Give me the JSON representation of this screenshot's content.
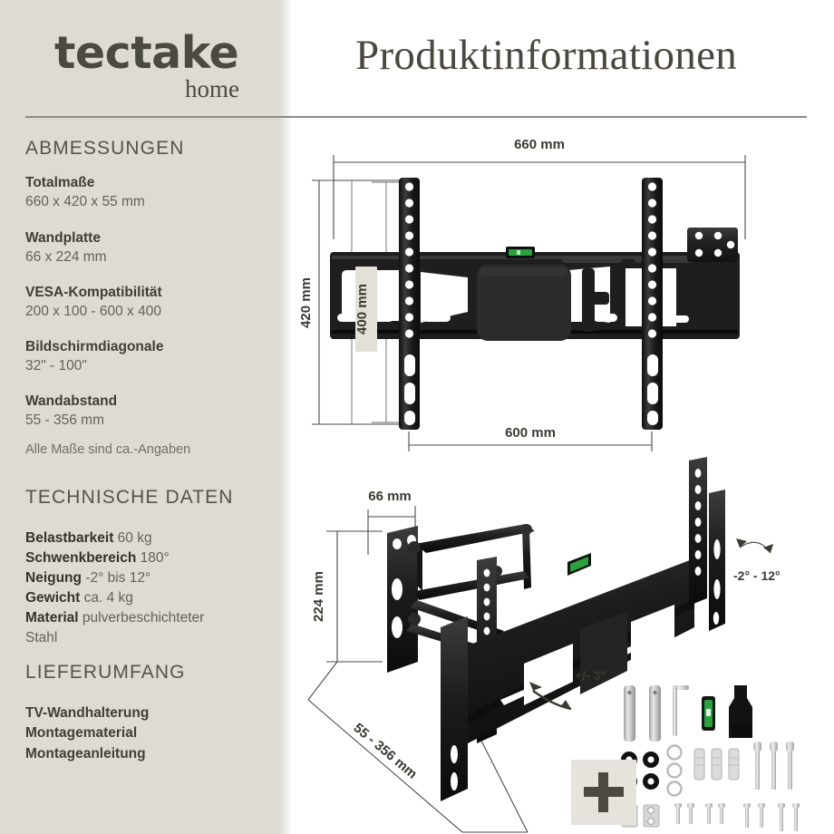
{
  "brand": {
    "name": "tectake",
    "sub": "home"
  },
  "header": {
    "title": "Produktinformationen"
  },
  "sidebar": {
    "sections": [
      {
        "heading": "ABMESSUNGEN",
        "entries": [
          {
            "term": "Totalmaße",
            "value": "660 x 420 x 55 mm"
          },
          {
            "term": "Wandplatte",
            "value": "66 x 224 mm"
          },
          {
            "term": "VESA-Kompatibilität",
            "value": "200 x 100 - 600 x 400"
          },
          {
            "term": "Bildschirmdiagonale",
            "value": "32\" - 100\""
          },
          {
            "term": "Wandabstand",
            "value": "55 - 356 mm"
          }
        ],
        "note": "Alle Maße sind ca.-Angaben"
      },
      {
        "heading": "TECHNISCHE DATEN",
        "specs": [
          {
            "key": "Belastbarkeit",
            "value": "60 kg"
          },
          {
            "key": "Schwenkbereich",
            "value": "180°"
          },
          {
            "key": "Neigung",
            "value": "-2° bis 12°"
          },
          {
            "key": "Gewicht",
            "value": "ca. 4 kg"
          },
          {
            "key": "Material",
            "value": "pulverbeschichteter"
          }
        ],
        "spec_wrap": "Stahl"
      },
      {
        "heading": "LIEFERUMFANG",
        "items": [
          "TV-Wandhalterung",
          "Montagematerial",
          "Montageanleitung"
        ]
      }
    ]
  },
  "diagram_top": {
    "name": "tv-mount-front-view",
    "dimensions": {
      "width_overall": "660 mm",
      "height_overall": "420 mm",
      "vesa_height": "400 mm",
      "width_inner": "600 mm"
    }
  },
  "diagram_bottom": {
    "name": "tv-mount-perspective-view",
    "dimensions": {
      "wallplate_width": "66 mm",
      "wallplate_height": "224 mm",
      "wall_distance": "55 - 356 mm"
    },
    "angles": {
      "tilt": "-2° - 12°",
      "level": "+/- 3°"
    }
  },
  "accessories": {
    "name": "mounting-hardware-set",
    "cross_tile": "plus-symbol"
  },
  "colors": {
    "sidebar_bg": "#dedbd3",
    "page_bg": "#ffffff",
    "heading": "#55544c",
    "term": "#3f3e38",
    "value": "#63625a",
    "rule": "#8c8c86",
    "metal": "#1e1e1e",
    "level_green": "#1f9e3c"
  }
}
